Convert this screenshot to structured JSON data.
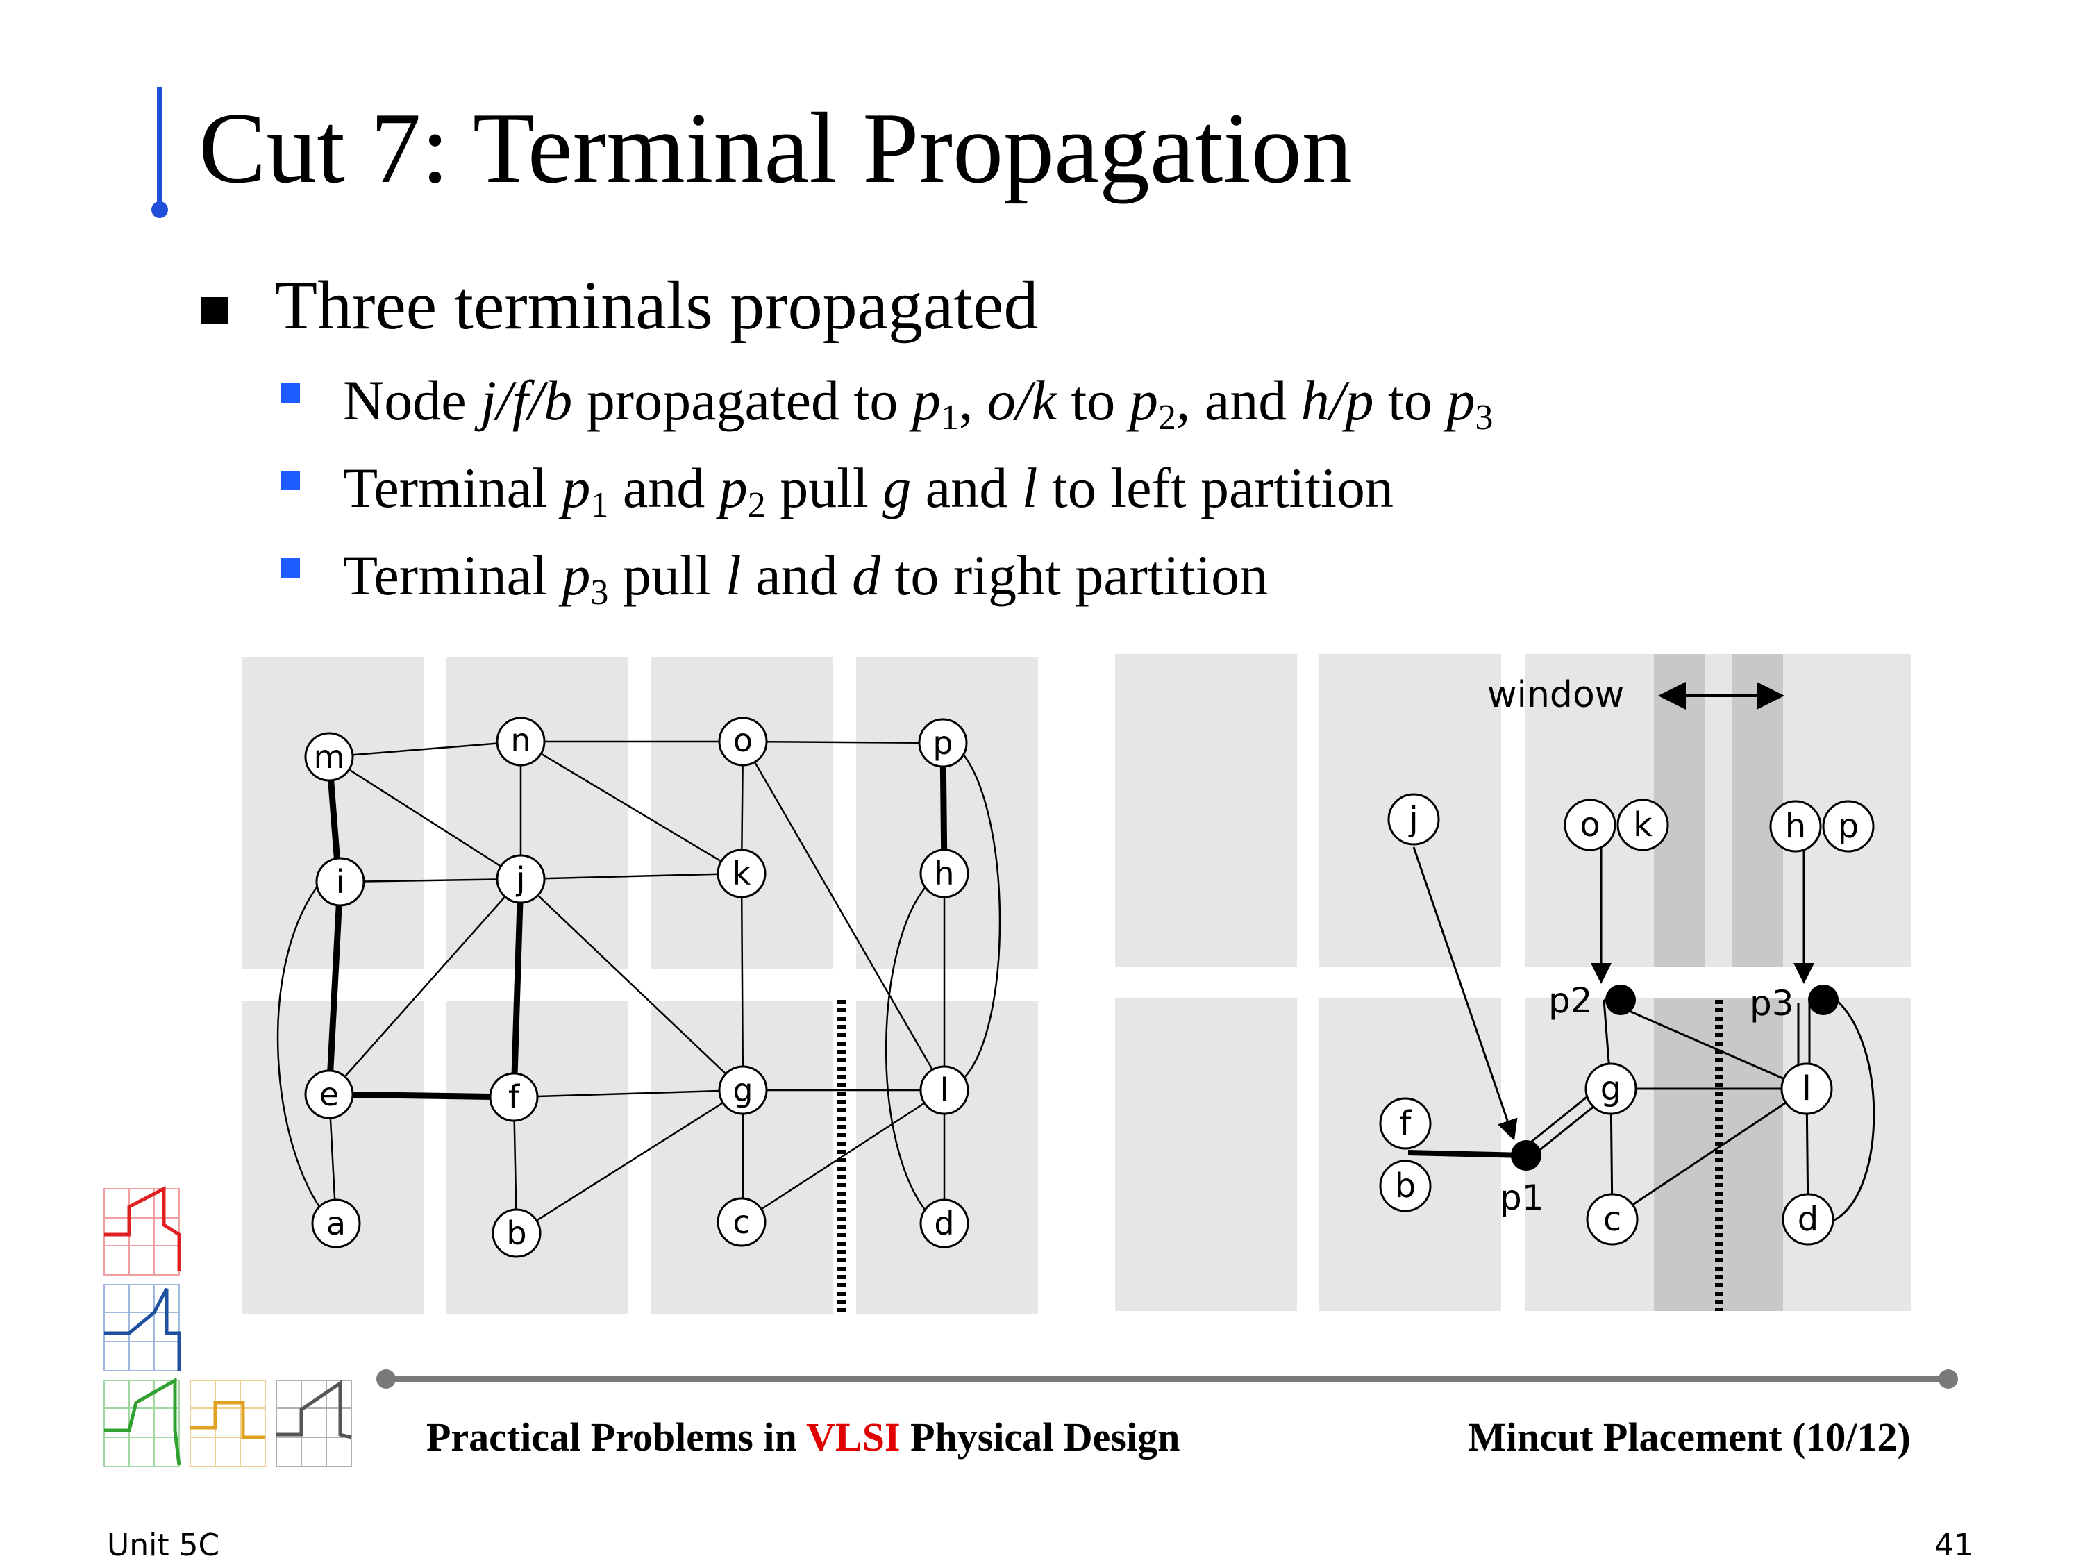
{
  "slide": {
    "title": "Cut 7: Terminal Propagation",
    "bullet": "Three terminals propagated",
    "sub_bullets": [
      {
        "parts": [
          "Node ",
          "j/f/b",
          " propagated to ",
          "p",
          "1",
          ", ",
          "o/k",
          " to ",
          "p",
          "2",
          ", and ",
          "h/p",
          " to ",
          "p",
          "3"
        ]
      },
      {
        "parts": [
          "Terminal ",
          "p",
          "1",
          " and ",
          "p",
          "2",
          " pull ",
          "g",
          " and ",
          "l",
          " to left partition"
        ]
      },
      {
        "parts": [
          "Terminal ",
          "p",
          "3",
          " pull ",
          "l",
          " and ",
          "d",
          " to right partition"
        ]
      }
    ]
  },
  "left_graph": {
    "nodes": [
      "m",
      "n",
      "o",
      "p",
      "i",
      "j",
      "k",
      "h",
      "e",
      "f",
      "g",
      "l",
      "a",
      "b",
      "c",
      "d"
    ],
    "edges": [
      [
        "m",
        "n"
      ],
      [
        "n",
        "o"
      ],
      [
        "o",
        "p"
      ],
      [
        "m",
        "i"
      ],
      [
        "m",
        "j"
      ],
      [
        "n",
        "j"
      ],
      [
        "n",
        "k"
      ],
      [
        "o",
        "k"
      ],
      [
        "o",
        "l"
      ],
      [
        "p",
        "h"
      ],
      [
        "p",
        "l"
      ],
      [
        "i",
        "j"
      ],
      [
        "j",
        "k"
      ],
      [
        "i",
        "e"
      ],
      [
        "i",
        "a"
      ],
      [
        "j",
        "e"
      ],
      [
        "j",
        "f"
      ],
      [
        "j",
        "g"
      ],
      [
        "k",
        "g"
      ],
      [
        "h",
        "l"
      ],
      [
        "h",
        "d"
      ],
      [
        "e",
        "f"
      ],
      [
        "e",
        "a"
      ],
      [
        "f",
        "g"
      ],
      [
        "f",
        "b"
      ],
      [
        "g",
        "l"
      ],
      [
        "g",
        "c"
      ],
      [
        "g",
        "b"
      ],
      [
        "l",
        "d"
      ],
      [
        "l",
        "c"
      ]
    ],
    "bold_edges": [
      [
        "m",
        "i"
      ],
      [
        "i",
        "e"
      ],
      [
        "e",
        "f"
      ],
      [
        "j",
        "f"
      ],
      [
        "p",
        "h"
      ]
    ]
  },
  "right_graph": {
    "window_label": "window",
    "nodes": [
      "j",
      "o",
      "k",
      "h",
      "p",
      "g",
      "l",
      "f",
      "b",
      "c",
      "d"
    ],
    "terminals": [
      "p1",
      "p2",
      "p3"
    ]
  },
  "footer": {
    "left_pre": "Practical Problems in ",
    "left_highlight": "VLSI",
    "left_post": " Physical Design",
    "right": "Mincut Placement (10/12)"
  },
  "unit": "Unit 5C",
  "page": "41",
  "colors": {
    "accent": "#1f4fd8",
    "sub_bullet": "#1f5cff",
    "highlight": "#e00000",
    "panel": "#e6e6e6"
  }
}
